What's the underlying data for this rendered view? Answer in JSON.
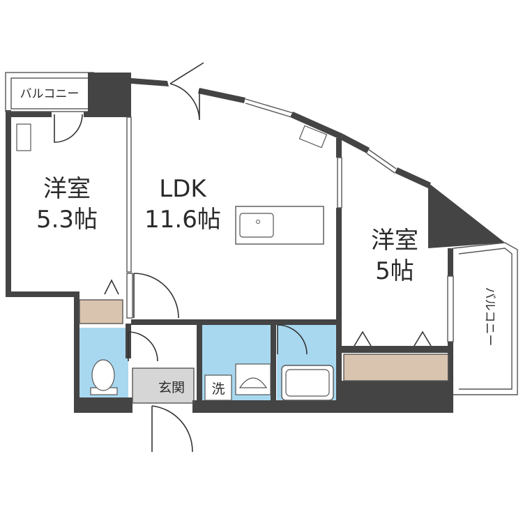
{
  "rooms": {
    "western_left": {
      "name": "洋室",
      "size": "5.3帖"
    },
    "ldk": {
      "name": "LDK",
      "size": "11.6帖"
    },
    "western_right": {
      "name": "洋室",
      "size": "5帖"
    }
  },
  "labels": {
    "entrance": "玄関",
    "washroom": "洗",
    "balcony_top": "バルコニー",
    "balcony_right": "バルコニー"
  },
  "colors": {
    "wall": "#444444",
    "wet_area": "#a8d8f0",
    "storage": "#d9c4b0",
    "entrance_floor": "#d6d6d6"
  }
}
